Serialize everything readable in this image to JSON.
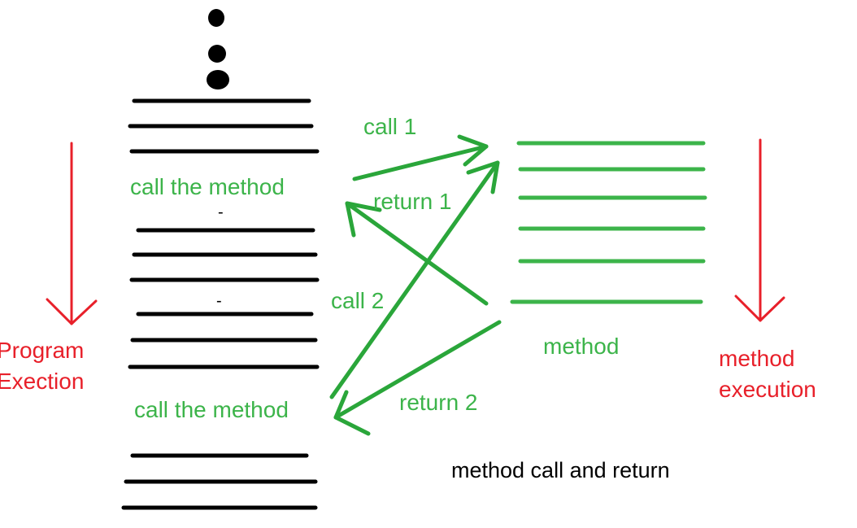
{
  "labels": {
    "call_1": "call 1",
    "return_1": "return 1",
    "call_2": "call 2",
    "return_2": "return 2",
    "call_the_method_top": "call the method",
    "call_the_method_bottom": "call the method",
    "method": "method",
    "program_execution_line1": "Program",
    "program_execution_line2": "Exection",
    "method_execution_line1": "method",
    "method_execution_line2": "execution",
    "caption": "method call and return",
    "dash_top": "-",
    "dash_bottom": "-"
  },
  "colors": {
    "program_lines": "#000000",
    "method_lines": "#3cb44a",
    "arrows": "#2aa63a",
    "execution_arrows": "#e8202a"
  }
}
